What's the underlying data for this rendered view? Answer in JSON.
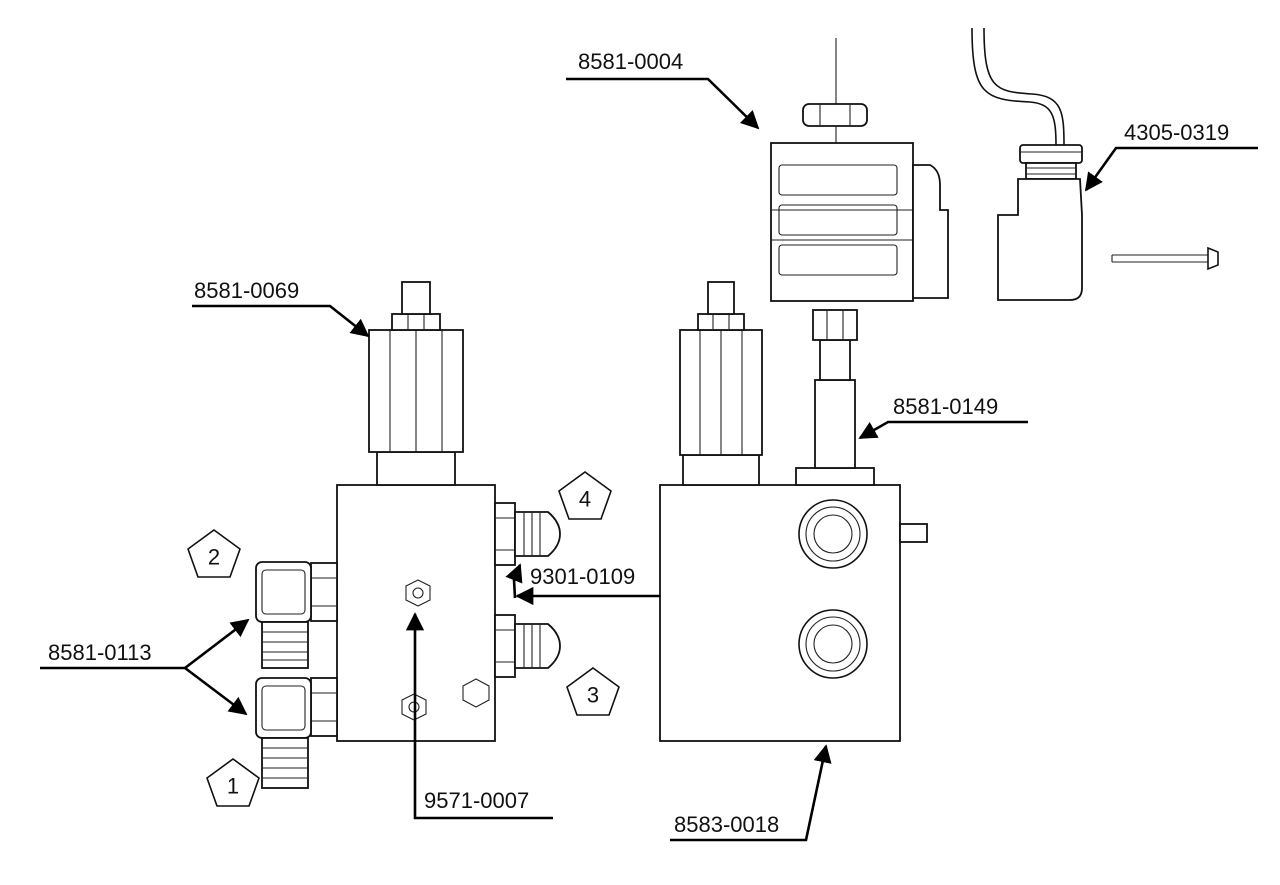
{
  "labels": {
    "p8581_0004": "8581-0004",
    "p4305_0319": "4305-0319",
    "p8581_0069": "8581-0069",
    "p8581_0149": "8581-0149",
    "p9301_0109": "9301-0109",
    "p8581_0113": "8581-0113",
    "p9571_0007": "9571-0007",
    "p8583_0018": "8583-0018"
  },
  "ports": {
    "port1": "1",
    "port2": "2",
    "port3": "3",
    "port4": "4"
  },
  "colors": {
    "line": "#111111",
    "background": "#ffffff"
  }
}
